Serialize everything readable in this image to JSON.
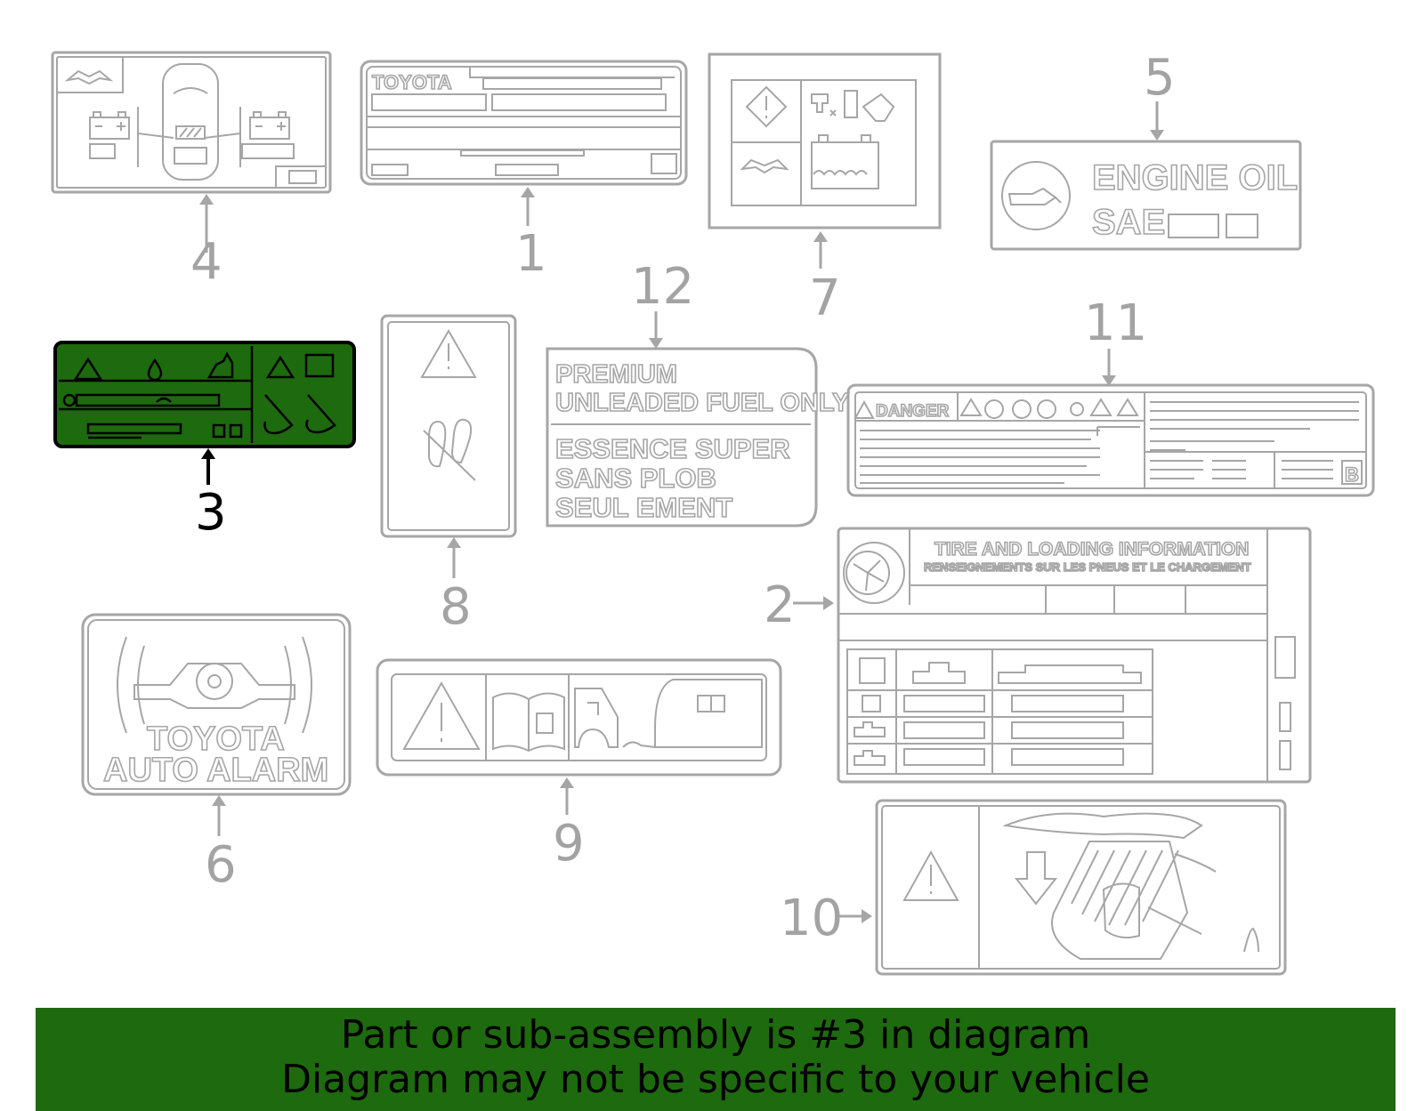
{
  "callouts": {
    "n1": "1",
    "n2": "2",
    "n3": "3",
    "n4": "4",
    "n5": "5",
    "n6": "6",
    "n7": "7",
    "n8": "8",
    "n9": "9",
    "n10": "10",
    "n11": "11",
    "n12": "12"
  },
  "highlighted_part": "3",
  "labels": {
    "toyota_plate": "TOYOTA",
    "engine_oil": "ENGINE  OIL",
    "sae": "SAE",
    "fuel_1": "PREMIUM",
    "fuel_2": "UNLEADED FUEL ONLY",
    "fuel_3": "ESSENCE SUPER",
    "fuel_4": "SANS PLOB",
    "fuel_5": "SEUL EMENT",
    "danger": "DANGER",
    "danger_b": "B",
    "tire_title": "TIRE AND LOADING INFORMATION",
    "tire_sub": "RENSEIGNEMENTS SUR LES PNEUS ET LE CHARGEMENT",
    "alarm_1": "TOYOTA",
    "alarm_2": "AUTO ALARM"
  },
  "colors": {
    "highlight": "#1e6a0f",
    "line": "#a6a6a6",
    "footer_bg": "#1e6a0f"
  },
  "footer": {
    "line1": "Part or sub-assembly is #3 in diagram",
    "line2": "Diagram may not be specific to your vehicle"
  }
}
